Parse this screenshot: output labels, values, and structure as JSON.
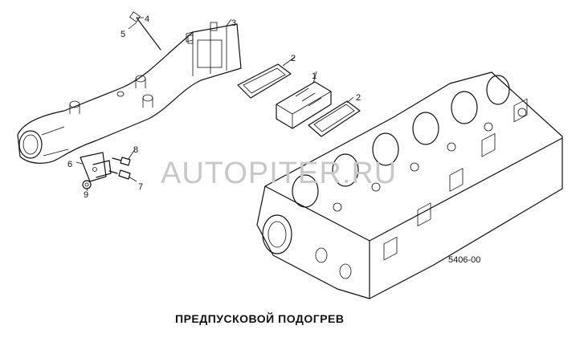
{
  "title": "ПРЕДПУСКОВОЙ ПОДОГРЕВ",
  "drawing_code": "5406-00",
  "watermark": "AUTOPITER.RU",
  "callouts": [
    "1",
    "2",
    "2",
    "3",
    "4",
    "5",
    "6",
    "7",
    "8",
    "9"
  ]
}
